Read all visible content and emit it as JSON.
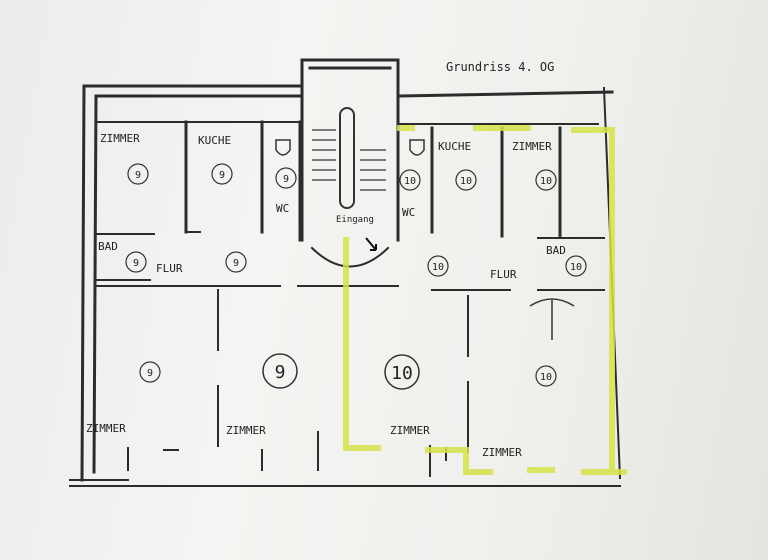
{
  "title": "Grundriss 4. OG",
  "entrance": "Eingang",
  "highlight_color": "#d6e34a",
  "rooms": {
    "z9_top": "ZIMMER",
    "k9": "KUCHE",
    "wc9": "WC",
    "wc10": "WC",
    "k10": "KUCHE",
    "z10_top": "ZIMMER",
    "bad9": "BAD",
    "flur9": "FLUR",
    "bad10": "BAD",
    "flur10": "FLUR",
    "z9_bl": "ZIMMER",
    "z9_bm": "ZIMMER",
    "z10_bm": "ZIMMER",
    "z10_br": "ZIMMER"
  },
  "unit_tags": {
    "t9a": "9",
    "t9b": "9",
    "t9c": "9",
    "t9d": "9",
    "t9e": "9",
    "t9f": "9",
    "t9_big": "9",
    "t10a": "10",
    "t10b": "10",
    "t10c": "10",
    "t10d": "10",
    "t10e": "10",
    "t10f": "10",
    "t10_big": "10"
  }
}
